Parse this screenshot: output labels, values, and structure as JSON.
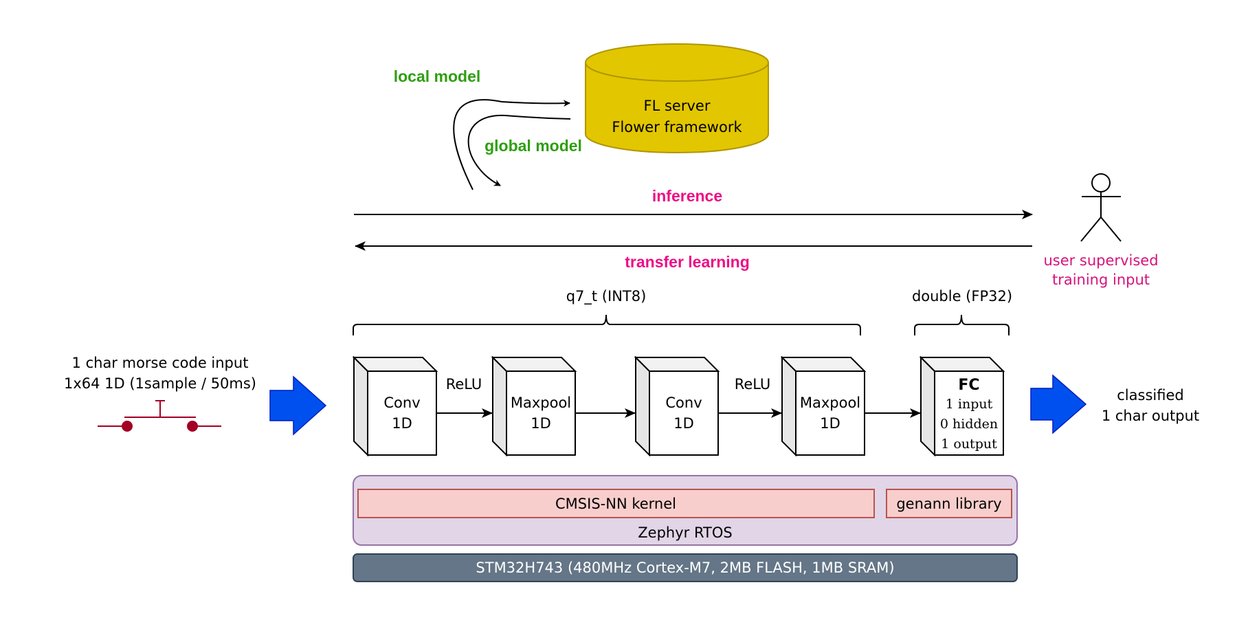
{
  "server": {
    "line1": "FL server",
    "line2": "Flower framework",
    "color": "#e2c600"
  },
  "arrows": {
    "local_model": "local model",
    "global_model": "global model",
    "inference": "inference",
    "transfer_learning": "transfer learning"
  },
  "user": {
    "line1": "user supervised",
    "line2": "training input"
  },
  "precision": {
    "int8": "q7_t (INT8)",
    "fp32": "double (FP32)"
  },
  "input": {
    "line1": "1 char morse code input",
    "line2": "1x64 1D (1sample / 50ms)"
  },
  "output": {
    "line1": "classified",
    "line2": "1 char output"
  },
  "layers": [
    {
      "line1": "Conv",
      "line2": "1D"
    },
    {
      "line1": "Maxpool",
      "line2": "1D"
    },
    {
      "line1": "Conv",
      "line2": "1D"
    },
    {
      "line1": "Maxpool",
      "line2": "1D"
    }
  ],
  "activations": [
    "ReLU",
    "ReLU"
  ],
  "fc": {
    "title": "FC",
    "lines": [
      "1 input",
      "0 hidden",
      "1 output"
    ]
  },
  "stack": {
    "cmsis": "CMSIS-NN kernel",
    "genann": "genann library",
    "rtos": "Zephyr RTOS",
    "mcu": "STM32H743 (480MHz Cortex-M7, 2MB FLASH, 1MB SRAM)"
  },
  "colors": {
    "blue_arrow": "#0050ef",
    "rtos_fill": "#e1d5e7",
    "rtos_border": "#9673a6",
    "kernel_fill": "#f8cecc",
    "kernel_border": "#b85450",
    "mcu_fill": "#647687",
    "switch": "#a20025"
  },
  "icons": [
    "database-icon",
    "user-icon",
    "push-button-icon",
    "blue-arrow-icon"
  ]
}
